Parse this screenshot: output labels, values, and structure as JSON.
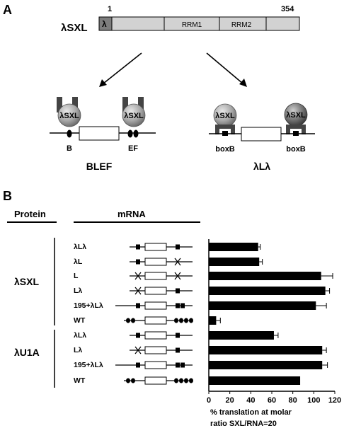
{
  "panel_a": {
    "label": "A",
    "protein_label": "λSXL",
    "pos_start": "1",
    "pos_end": "354",
    "domains": [
      {
        "label": "λ"
      },
      {
        "label": "RRM1"
      },
      {
        "label": "RRM2"
      }
    ],
    "left_construct": {
      "protein_left": "λSXL",
      "protein_right": "λSXL",
      "site_left": "B",
      "site_right": "EF",
      "name": "BLEF"
    },
    "right_construct": {
      "protein_left": "λSXL",
      "protein_right": "λSXL",
      "site_left": "boxB",
      "site_right": "boxB",
      "name": "λLλ"
    }
  },
  "panel_b": {
    "label": "B",
    "col_protein": "Protein",
    "col_mrna": "mRNA",
    "groups": [
      {
        "protein": "λSXL",
        "rows": [
          "λLλ",
          "λL",
          "L",
          "Lλ",
          "195+λLλ",
          "WT"
        ]
      },
      {
        "protein": "λU1A",
        "rows": [
          "λLλ",
          "Lλ",
          "195+λLλ",
          "WT"
        ]
      }
    ]
  },
  "chart_data": {
    "type": "bar",
    "orientation": "horizontal",
    "categories": [
      "λLλ",
      "λL",
      "L",
      "Lλ",
      "195+λLλ",
      "WT",
      "λLλ",
      "Lλ",
      "195+λLλ",
      "WT"
    ],
    "groups": [
      "λSXL",
      "λSXL",
      "λSXL",
      "λSXL",
      "λSXL",
      "λSXL",
      "λU1A",
      "λU1A",
      "λU1A",
      "λU1A"
    ],
    "values": [
      47,
      48,
      107,
      111,
      102,
      7,
      62,
      108,
      108,
      87
    ],
    "errors": [
      2,
      3,
      11,
      4,
      10,
      4,
      4,
      4,
      5,
      0
    ],
    "xlim": [
      0,
      120
    ],
    "xticks": [
      "0",
      "20",
      "40",
      "60",
      "80",
      "100",
      "120"
    ],
    "xlabel_line1": "% translation at molar",
    "xlabel_line2": "ratio SXL/RNA=20",
    "colors": {
      "bar": "#000000"
    }
  }
}
